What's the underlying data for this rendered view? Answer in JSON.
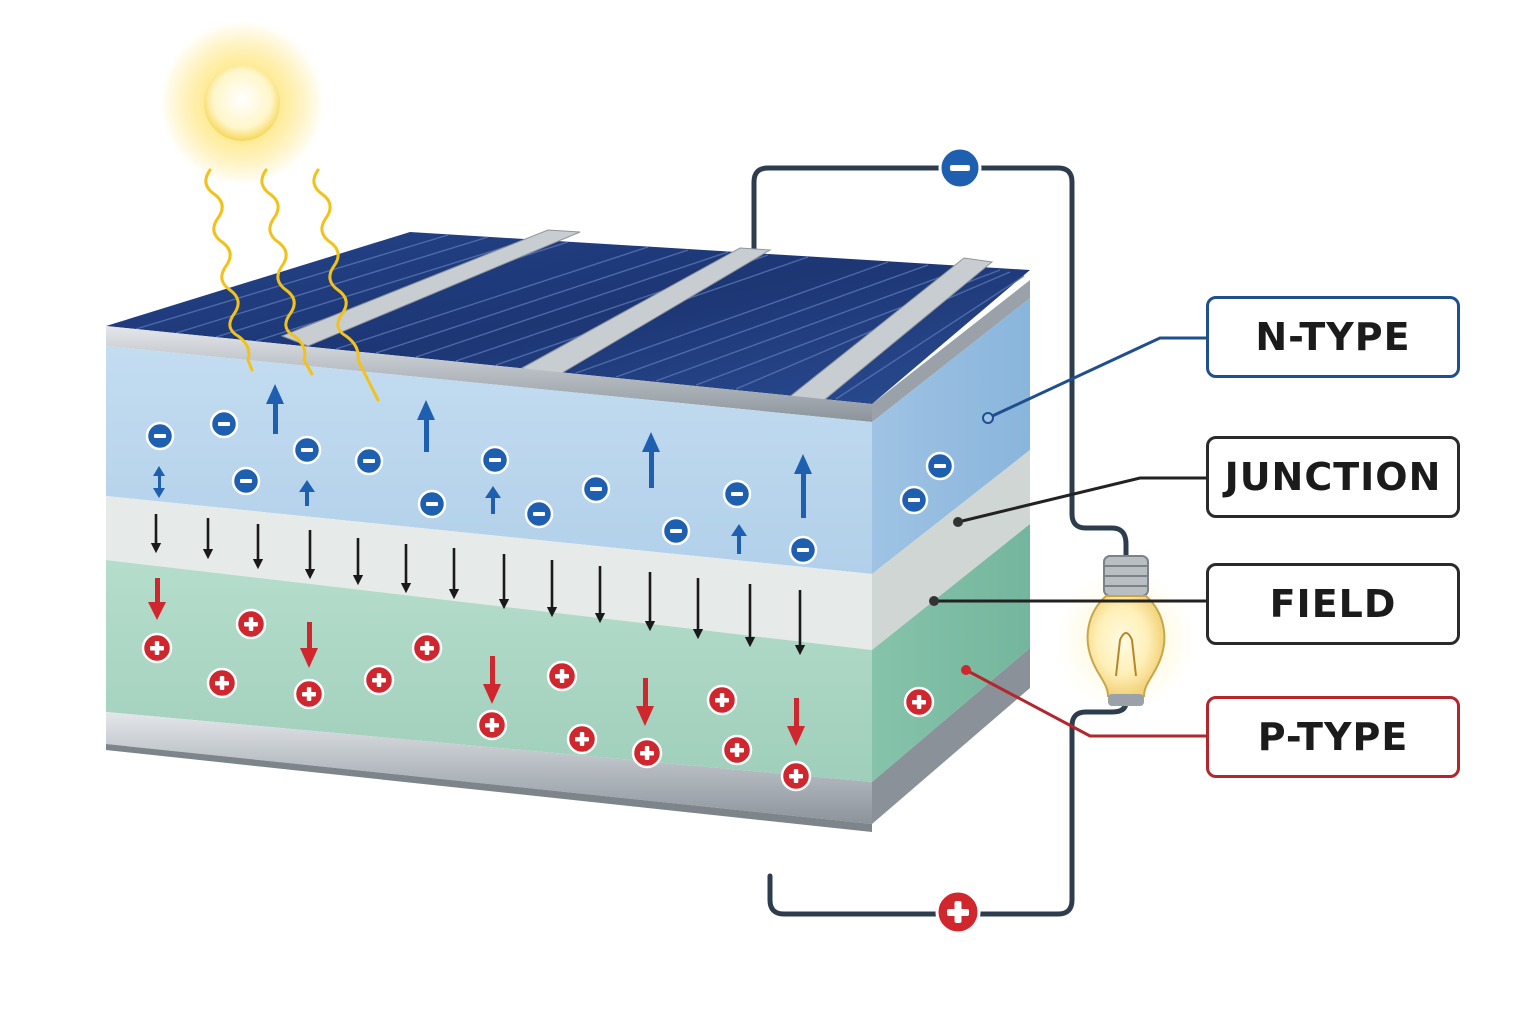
{
  "labels": {
    "ntype": "N-TYPE",
    "junction": "JUNCTION",
    "field": "FIELD",
    "ptype": "P-TYPE"
  },
  "icons": {
    "electron": "minus-sign",
    "hole": "plus-sign",
    "sun": "sun",
    "bulb": "light-bulb"
  },
  "colors": {
    "ntype_layer": "#bcd6ec",
    "junction_layer": "#e6ebe9",
    "ptype_layer": "#a8d6c4",
    "cell_surface": "#1e3a7a",
    "electron": "#1f5fb0",
    "hole": "#d0262e",
    "ntype_leader": "#1f4f8f",
    "ptype_leader": "#b3262c",
    "wire": "#2e3d4d",
    "sunlight": "#f2c21b"
  }
}
